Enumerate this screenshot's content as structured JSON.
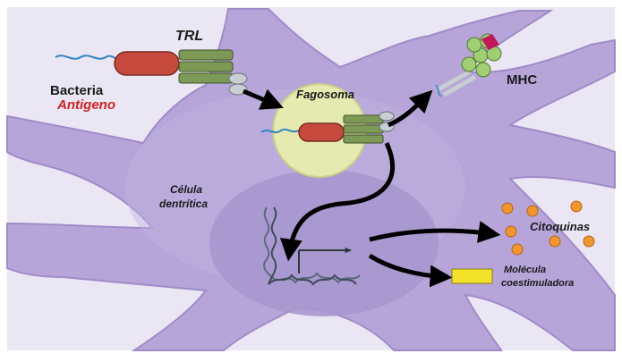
{
  "labels": {
    "trl": "TRL",
    "bacteria": "Bacteria",
    "antigeno": "Antigeno",
    "fagosoma": "Fagosoma",
    "mhc": "MHC",
    "celula_line1": "Célula",
    "celula_line2": "dentrítica",
    "citoquinas": "Citoquinas",
    "molecula_line1": "Molécula",
    "molecula_line2": "coestimuladora"
  },
  "colors": {
    "frame": "#ebe6f3",
    "cell": "#b7a5d9",
    "cell_dark": "#9f8bc9",
    "nucleus": "#a897cf",
    "phagosome": "#e6e9b0",
    "bacteria": "#c74a3e",
    "receptor": "#7c9a55",
    "mhc": "#9fcf72",
    "peptide": "#c2185b",
    "cytokine": "#f0962c",
    "costim": "#f2e22a",
    "antigeno_text": "#d32222",
    "arrow": "#000000"
  }
}
